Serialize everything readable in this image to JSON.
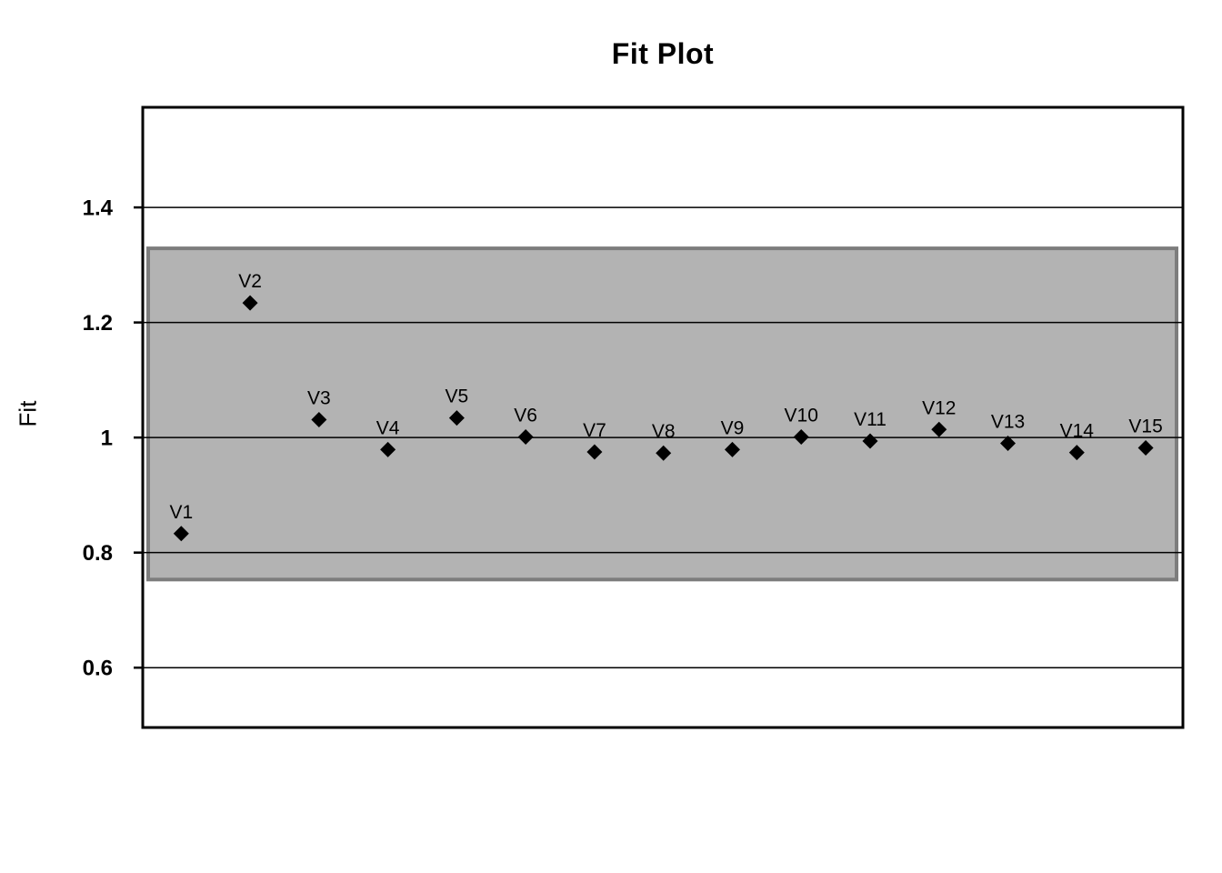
{
  "chart_data": {
    "type": "scatter",
    "title": "Fit Plot",
    "xlabel": "",
    "ylabel": "Fit",
    "categories": [
      "V1",
      "V2",
      "V3",
      "V4",
      "V5",
      "V6",
      "V7",
      "V8",
      "V9",
      "V10",
      "V11",
      "V12",
      "V13",
      "V14",
      "V15"
    ],
    "values": [
      0.833,
      1.234,
      1.031,
      0.979,
      1.034,
      1.001,
      0.975,
      0.973,
      0.979,
      1.001,
      0.994,
      1.014,
      0.99,
      0.974,
      0.982
    ],
    "yticks": [
      1.4,
      1.2,
      1,
      0.8,
      0.6
    ],
    "ylim": [
      0.496,
      1.574
    ],
    "grid": true,
    "legend": "none",
    "marker": "diamond",
    "marker_color": "#000000",
    "band": {
      "lower": 0.75,
      "upper": 1.332,
      "fill": "#b3b3b3",
      "border": "#7d7d7d"
    },
    "frame_color": "#000000",
    "gridline_color": "#000000",
    "background_color": "#ffffff",
    "point_labels_visible": true
  }
}
